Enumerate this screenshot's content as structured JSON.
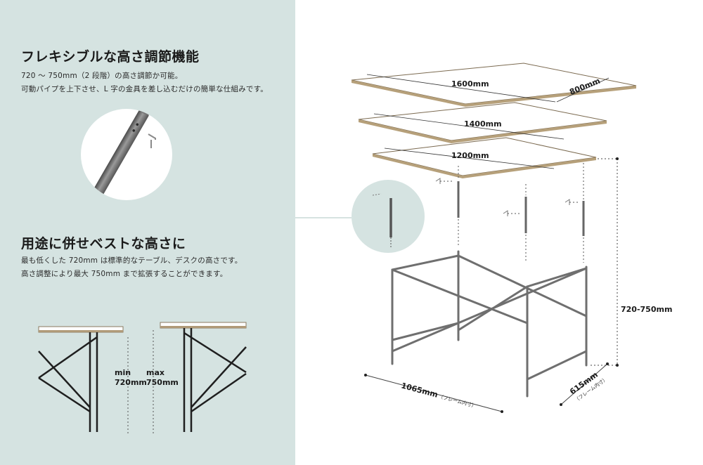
{
  "feature_adjust": {
    "heading": "フレキシブルな高さ調節機能",
    "line1": "720 ～ 750mm（2 段階）の高さ調節か可能。",
    "line2": "可動パイプを上下させ、L 字の金具を差し込むだけの簡単な仕組みです。"
  },
  "feature_height": {
    "heading": "用途に併せベストな高さに",
    "line1": "最も低くした 720mm は標準的なテーブル、デスクの高さです。",
    "line2": "高さ調整により最大 750mm まで拡張することができます。"
  },
  "height_compare": {
    "min_label": "min",
    "min_value": "720mm",
    "max_label": "max",
    "max_value": "750mm"
  },
  "dimensions": {
    "top_large_width": "1600mm",
    "top_large_depth": "800mm",
    "top_medium_width": "1400mm",
    "top_small_width": "1200mm",
    "frame_height": "720-750mm",
    "frame_width": "1065mm",
    "frame_width_note": "（フレーム内寸）",
    "frame_depth": "615mm",
    "frame_depth_note": "（フレーム内寸）"
  },
  "colors": {
    "left_panel_bg": "#d5e3e1",
    "frame_steel": "#6f6f6f",
    "board_edge": "#a8906e"
  }
}
